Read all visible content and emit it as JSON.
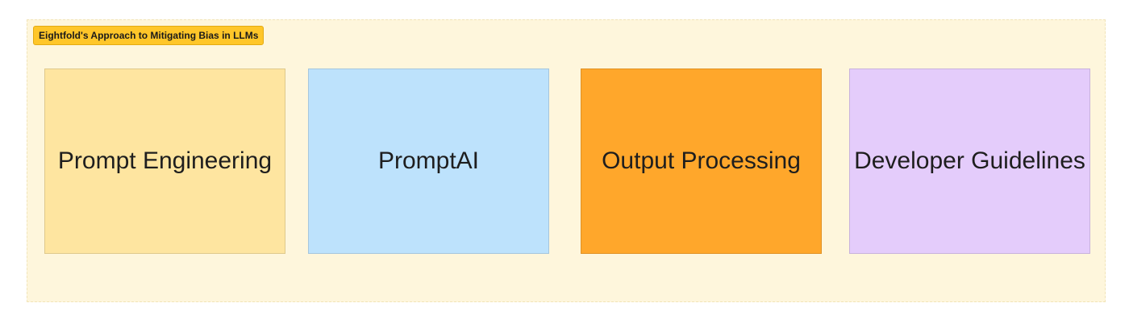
{
  "section": {
    "title": "Eightfold's Approach to Mitigating Bias in LLMs"
  },
  "notes": [
    {
      "label": "Prompt Engineering",
      "color": "#fee5a0"
    },
    {
      "label": "PromptAI",
      "color": "#bde2fc"
    },
    {
      "label": "Output Processing",
      "color": "#ffa72b"
    },
    {
      "label": "Developer Guidelines",
      "color": "#e4ccfb"
    }
  ]
}
